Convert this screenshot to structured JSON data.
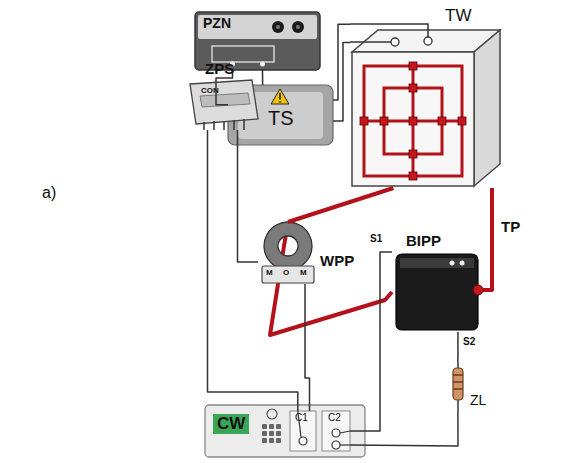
{
  "diagram": {
    "nodes": [
      {
        "text": [
          "PZN"
        ]
      },
      {
        "text": [
          "TS"
        ]
      },
      {
        "text": [
          "TW"
        ]
      },
      {
        "text": [
          "ZPS",
          "CON"
        ]
      },
      {
        "text": [
          "WPP"
        ]
      },
      {
        "text": [
          "BIPP"
        ]
      },
      {
        "text": [
          "ZL"
        ]
      },
      {
        "text": [
          "CW"
        ]
      },
      {
        "text": [
          "C1"
        ],
        "in": 7
      },
      {
        "text": [
          "C2"
        ],
        "in": 7
      }
    ],
    "edges": [
      {
        "from": 0,
        "to": 1,
        "arrow": "none"
      },
      {
        "from": 0,
        "to": 1,
        "arrow": "none"
      },
      {
        "from": 1,
        "to": 2,
        "arrow": "none"
      },
      {
        "from": 1,
        "to": 2,
        "arrow": "none"
      },
      {
        "from": 2,
        "to": 4,
        "arrow": "none"
      },
      {
        "from": 4,
        "to": 5,
        "arrow": "none"
      },
      {
        "from": 5,
        "to": 2,
        "label": "TP",
        "arrow": "none"
      },
      {
        "from": 3,
        "to": 4,
        "arrow": "none"
      },
      {
        "from": 3,
        "to": 8,
        "arrow": "none"
      },
      {
        "from": 4,
        "to": 8,
        "arrow": "none"
      },
      {
        "from": 5,
        "to": 9,
        "arrow": "none"
      },
      {
        "from": 5,
        "to": 6,
        "arrow": "none"
      },
      {
        "from": 6,
        "to": 9,
        "arrow": "none"
      }
    ],
    "labels": [
      "a)",
      "S1",
      "S2",
      "M",
      "O",
      "M"
    ]
  }
}
